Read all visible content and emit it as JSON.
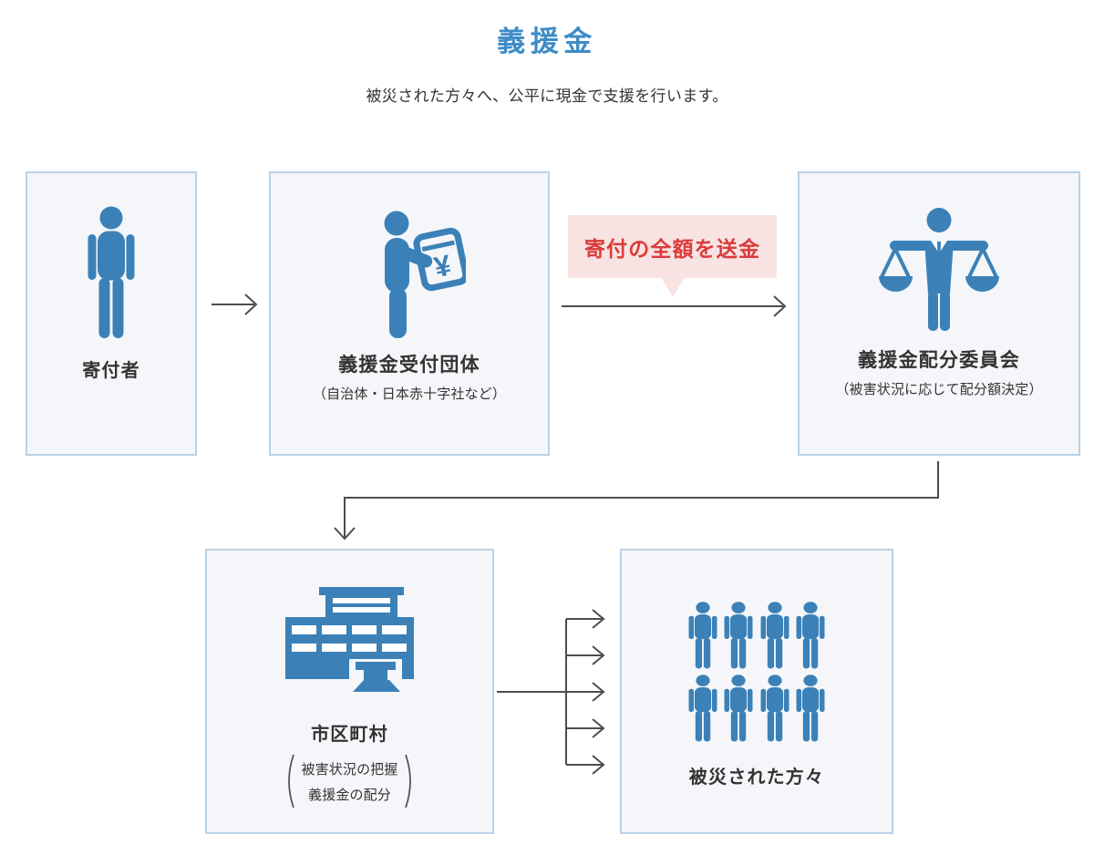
{
  "page": {
    "title": "義援金",
    "subtitle": "被災された方々へ、公平に現金で支援を行います。"
  },
  "callout": {
    "label": "寄付の全額を送金"
  },
  "nodes": {
    "donor": {
      "label": "寄付者",
      "icon": "person-icon"
    },
    "reception": {
      "label": "義援金受付団体",
      "sublabel": "（自治体・日本赤十字社など）",
      "icon": "person-money-icon"
    },
    "committee": {
      "label": "義援金配分委員会",
      "sublabel": "（被害状況に応じて配分額決定）",
      "icon": "scales-icon"
    },
    "municipality": {
      "label": "市区町村",
      "sublabel_line1": "被害状況の把握",
      "sublabel_line2": "義援金の配分",
      "icon": "building-icon"
    },
    "victims": {
      "label": "被災された方々",
      "icon": "people-group-icon"
    }
  },
  "colors": {
    "accent": "#3e8cc7",
    "icon_blue": "#3b81b8",
    "box_bg": "#f4f6f9",
    "box_border": "#b8d2e8",
    "arrow": "#4d4d4d",
    "callout_text": "#db3b3b",
    "callout_bg": "#f9e2e2",
    "text": "#333333"
  }
}
